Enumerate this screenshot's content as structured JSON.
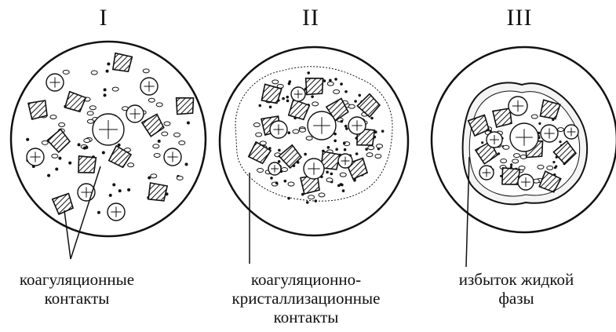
{
  "panels": [
    {
      "numeral": "I",
      "caption": [
        "коагуляционные",
        "контакты"
      ]
    },
    {
      "numeral": "II",
      "caption": [
        "коагуляционно-",
        "кристаллизационные",
        "контакты"
      ]
    },
    {
      "numeral": "III",
      "caption": [
        "избыток жидкой",
        "фазы"
      ]
    }
  ]
}
